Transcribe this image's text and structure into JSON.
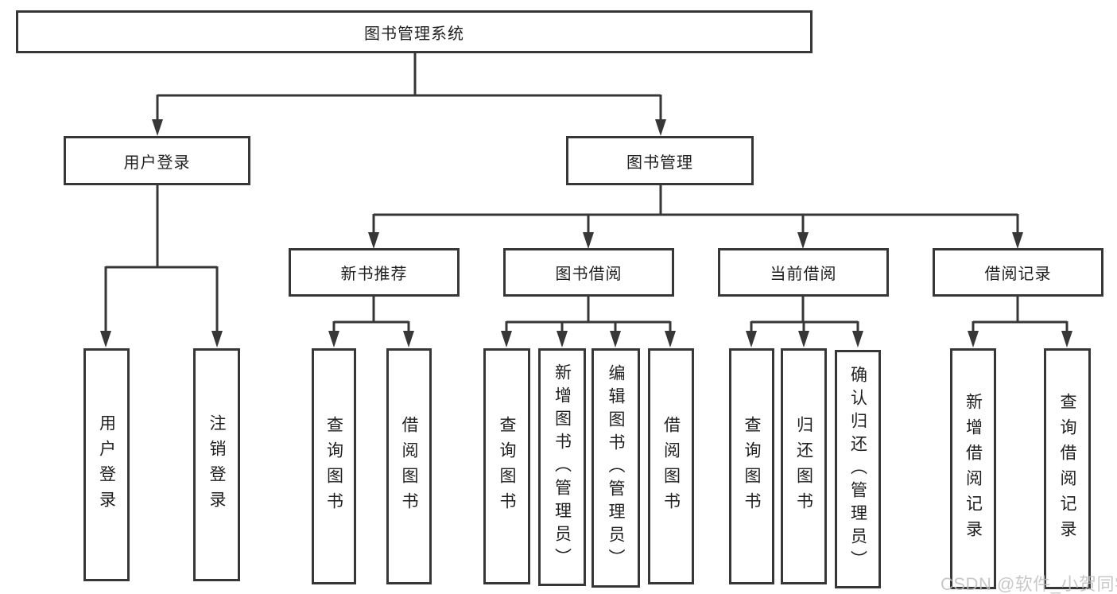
{
  "diagram": {
    "root": {
      "label": "图书管理系统"
    },
    "level2": [
      {
        "label": "用户登录"
      },
      {
        "label": "图书管理"
      }
    ],
    "user_login_children": [
      {
        "label": "用户登录"
      },
      {
        "label": "注销登录"
      }
    ],
    "modules": [
      {
        "label": "新书推荐"
      },
      {
        "label": "图书借阅"
      },
      {
        "label": "当前借阅"
      },
      {
        "label": "借阅记录"
      }
    ],
    "new_book_children": [
      {
        "label": "查询图书"
      },
      {
        "label": "借阅图书"
      }
    ],
    "book_borrow_children": [
      {
        "label": "查询图书"
      },
      {
        "label": "新增图书（管理员）"
      },
      {
        "label": "编辑图书（管理员）"
      },
      {
        "label": "借阅图书"
      }
    ],
    "current_borrow_children": [
      {
        "label": "查询图书"
      },
      {
        "label": "归还图书"
      },
      {
        "label": "确认归还（管理员）"
      }
    ],
    "record_children": [
      {
        "label": "新增借阅记录"
      },
      {
        "label": "查询借阅记录"
      }
    ]
  },
  "watermark": {
    "text": "CSDN @软件_小贺同学"
  },
  "colors": {
    "line": "#373737",
    "text": "#1f1f1f",
    "watermark": "#bebebe",
    "background": "#ffffff"
  }
}
